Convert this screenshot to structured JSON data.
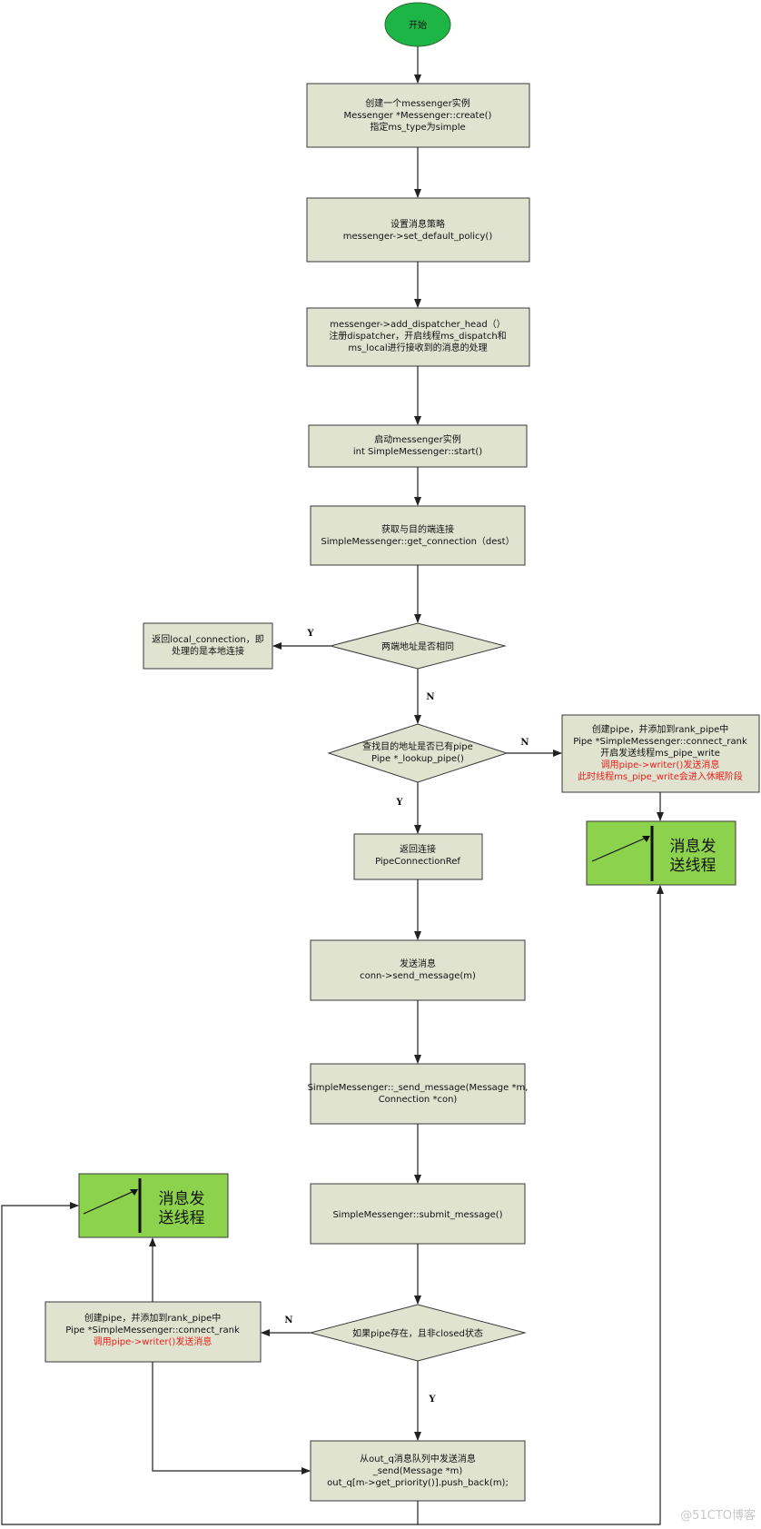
{
  "start": "开始",
  "nodes": {
    "create": [
      "创建一个messenger实例",
      "Messenger *Messenger::create()",
      "指定ms_type为simple"
    ],
    "policy": [
      "设置消息策略",
      "messenger->set_default_policy()"
    ],
    "dispatcher": [
      "messenger->add_dispatcher_head（）",
      "注册dispatcher，开启线程ms_dispatch和",
      "ms_local进行接收到的消息的处理"
    ],
    "start_msgr": [
      "启动messenger实例",
      "int SimpleMessenger::start()"
    ],
    "get_conn": [
      "获取与目的端连接",
      "SimpleMessenger::get_connection（dest）"
    ],
    "same_addr": [
      "两端地址是否相同"
    ],
    "local_conn": [
      "返回local_connection，即",
      "处理的是本地连接"
    ],
    "lookup": [
      "查找目的地址是否已有pipe",
      "Pipe *_lookup_pipe()"
    ],
    "create_pipe_right": {
      "lines": [
        "创建pipe，并添加到rank_pipe中",
        "Pipe *SimpleMessenger::connect_rank",
        "开启发送线程ms_pipe_write"
      ],
      "red_lines": [
        "调用pipe->writer()发送消息",
        "此时线程ms_pipe_write会进入休眠阶段"
      ]
    },
    "send_thread_right": [
      "消息发",
      "送线程"
    ],
    "return_conn": [
      "返回连接",
      "PipeConnectionRef"
    ],
    "send_msg": [
      "发送消息",
      "conn->send_message(m)"
    ],
    "send_internal": [
      "SimpleMessenger::_send_message(Message *m,",
      "Connection *con)"
    ],
    "submit": [
      "SimpleMessenger::submit_message()"
    ],
    "pipe_exists": [
      "如果pipe存在，且非closed状态"
    ],
    "create_pipe_left": {
      "lines": [
        "创建pipe，并添加到rank_pipe中",
        "Pipe *SimpleMessenger::connect_rank"
      ],
      "red_lines": [
        "调用pipe->writer()发送消息"
      ]
    },
    "send_thread_left": [
      "消息发",
      "送线程"
    ],
    "out_q": [
      "从out_q消息队列中发送消息",
      "_send(Message *m)",
      "out_q[m->get_priority()].push_back(m);"
    ]
  },
  "edge_labels": {
    "same_y": "Y",
    "same_n": "N",
    "lookup_n": "N",
    "lookup_y": "Y",
    "exists_n": "N",
    "exists_y": "Y"
  },
  "watermark": "@51CTO博客",
  "colors": {
    "box_fill": "#dfe3d0",
    "thread_fill": "#8cd24c",
    "start_fill": "#1eb547",
    "highlight_text": "#e8201c"
  }
}
